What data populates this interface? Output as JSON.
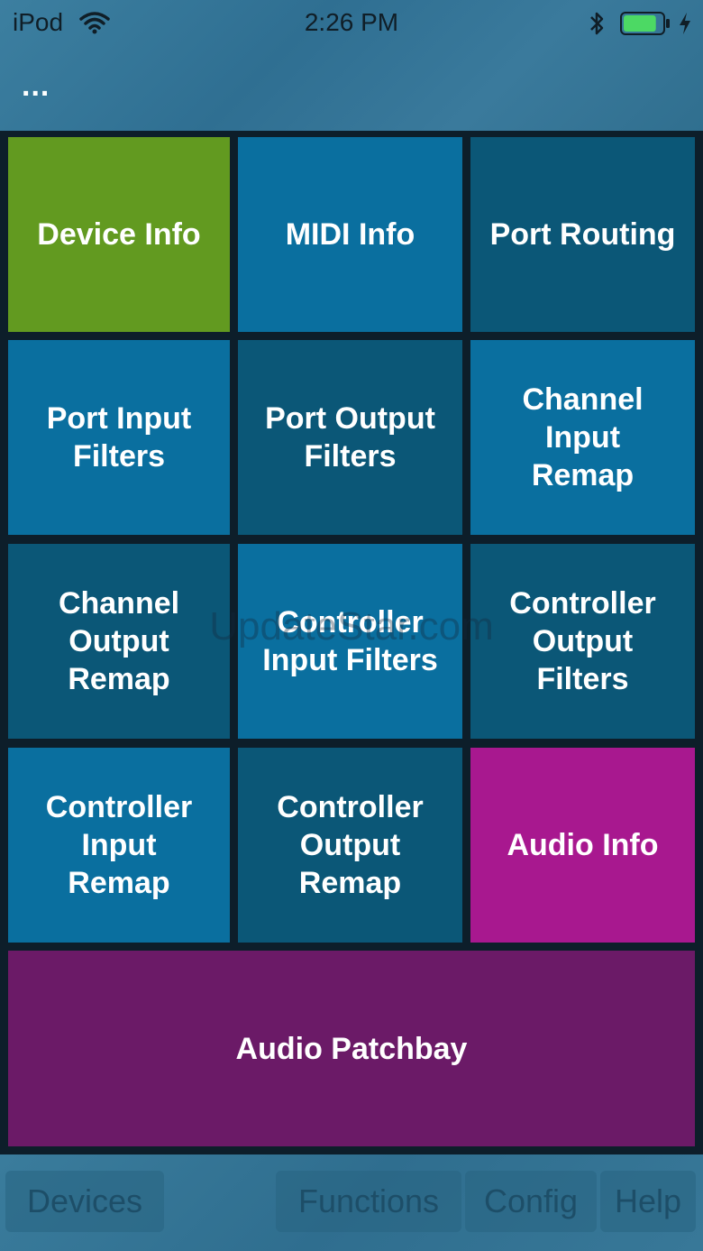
{
  "status_bar": {
    "carrier": "iPod",
    "time": "2:26 PM",
    "wifi_icon": "wifi-icon",
    "bluetooth_icon": "bluetooth-icon",
    "battery_icon": "battery-icon",
    "charging_icon": "charging-bolt-icon",
    "battery_level": 0.85,
    "battery_color": "#4cd964"
  },
  "header": {
    "more_label": "..."
  },
  "tiles": [
    {
      "label": "Device Info"
    },
    {
      "label": "MIDI Info"
    },
    {
      "label": "Port Routing"
    },
    {
      "label": "Port Input\nFilters"
    },
    {
      "label": "Port Output\nFilters"
    },
    {
      "label": "Channel\nInput\nRemap"
    },
    {
      "label": "Channel\nOutput\nRemap"
    },
    {
      "label": "Controller\nInput Filters"
    },
    {
      "label": "Controller\nOutput\nFilters"
    },
    {
      "label": "Controller\nInput\nRemap"
    },
    {
      "label": "Controller\nOutput\nRemap"
    },
    {
      "label": "Audio Info"
    },
    {
      "label": "Audio Patchbay"
    }
  ],
  "watermark": "UpdateStar.com",
  "tabbar": {
    "devices": "Devices",
    "functions": "Functions",
    "config": "Config",
    "help": "Help"
  },
  "colors": {
    "tile_light": "#0a6f9f",
    "tile_dark": "#0b5777",
    "device_info": "#629a20",
    "audio_info": "#a8188f",
    "audio_patchbay": "#6b1a67"
  }
}
